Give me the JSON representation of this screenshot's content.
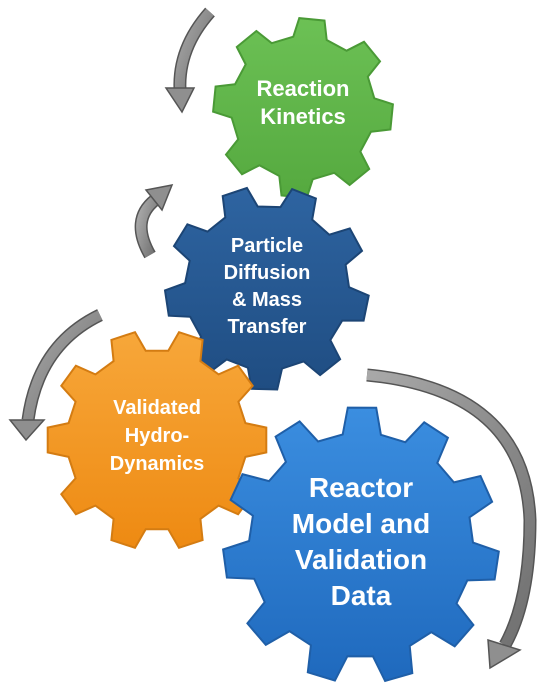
{
  "gears": [
    {
      "id": "reaction-kinetics",
      "lines": [
        "Reaction",
        "Kinetics"
      ],
      "color": "#5fb546",
      "stroke": "#4a9a36"
    },
    {
      "id": "particle-diffusion",
      "lines": [
        "Particle",
        "Diffusion",
        "& Mass",
        "Transfer"
      ],
      "color": "#26578f",
      "stroke": "#1c4575"
    },
    {
      "id": "validated-hydrodynamics",
      "lines": [
        "Validated",
        "Hydro-",
        "Dynamics"
      ],
      "color": "#f3951f",
      "stroke": "#d47c12"
    },
    {
      "id": "reactor-model",
      "lines": [
        "Reactor",
        "Model and",
        "Validation",
        "Data"
      ],
      "color": "#2d7bd0",
      "stroke": "#1f5fa8"
    }
  ],
  "arrow_color": "#8f8f8f"
}
